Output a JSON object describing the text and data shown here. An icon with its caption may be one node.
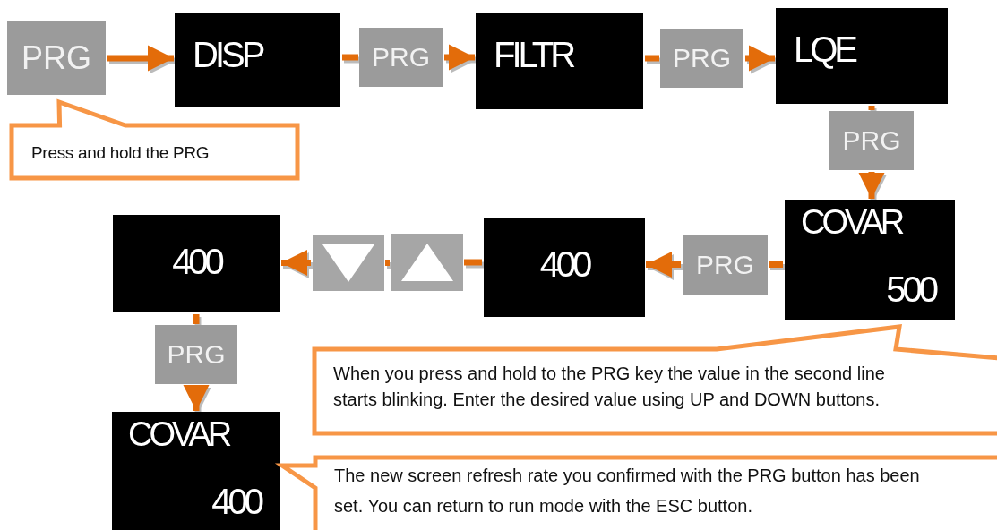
{
  "diagram": {
    "nodes": [
      {
        "text": [
          "PRG"
        ]
      },
      {
        "text": [
          "DISP"
        ]
      },
      {
        "text": [
          "PRG"
        ]
      },
      {
        "text": [
          "FILTR"
        ]
      },
      {
        "text": [
          "PRG"
        ]
      },
      {
        "text": [
          "LQE"
        ]
      },
      {
        "text": [
          "PRG"
        ]
      },
      {
        "text": [
          "COVAR",
          "500"
        ]
      },
      {
        "text": [
          "PRG"
        ]
      },
      {
        "text": [
          "400"
        ]
      },
      {
        "text": [],
        "shape": "box"
      },
      {
        "text": [],
        "shape": "box"
      },
      {
        "text": [
          "400"
        ]
      },
      {
        "text": [
          "PRG"
        ]
      },
      {
        "text": [
          "COVAR",
          "400"
        ]
      },
      {
        "text": [
          "Press and hold the PRG"
        ]
      },
      {
        "text": [
          "When you press and hold to the PRG key the value in the second line starts blinking. Enter the desired value using UP and DOWN buttons."
        ]
      },
      {
        "text": [
          "The new screen refresh rate you confirmed with the PRG button has been set. You can return to run mode with the ESC button."
        ]
      }
    ],
    "edges": [
      {
        "from": 0,
        "to": 1,
        "arrow": "to"
      },
      {
        "from": 1,
        "to": 2,
        "arrow": "none"
      },
      {
        "from": 2,
        "to": 3,
        "arrow": "to"
      },
      {
        "from": 3,
        "to": 4,
        "arrow": "none"
      },
      {
        "from": 4,
        "to": 5,
        "arrow": "to"
      },
      {
        "from": 5,
        "to": 6,
        "arrow": "none"
      },
      {
        "from": 6,
        "to": 7,
        "arrow": "to"
      },
      {
        "from": 7,
        "to": 8,
        "arrow": "none"
      },
      {
        "from": 8,
        "to": 9,
        "arrow": "to"
      },
      {
        "from": 9,
        "to": 11,
        "arrow": "none"
      },
      {
        "from": 11,
        "to": 10,
        "arrow": "none"
      },
      {
        "from": 10,
        "to": 12,
        "arrow": "to"
      },
      {
        "from": 12,
        "to": 13,
        "arrow": "none"
      },
      {
        "from": 13,
        "to": 14,
        "arrow": "to"
      }
    ]
  }
}
